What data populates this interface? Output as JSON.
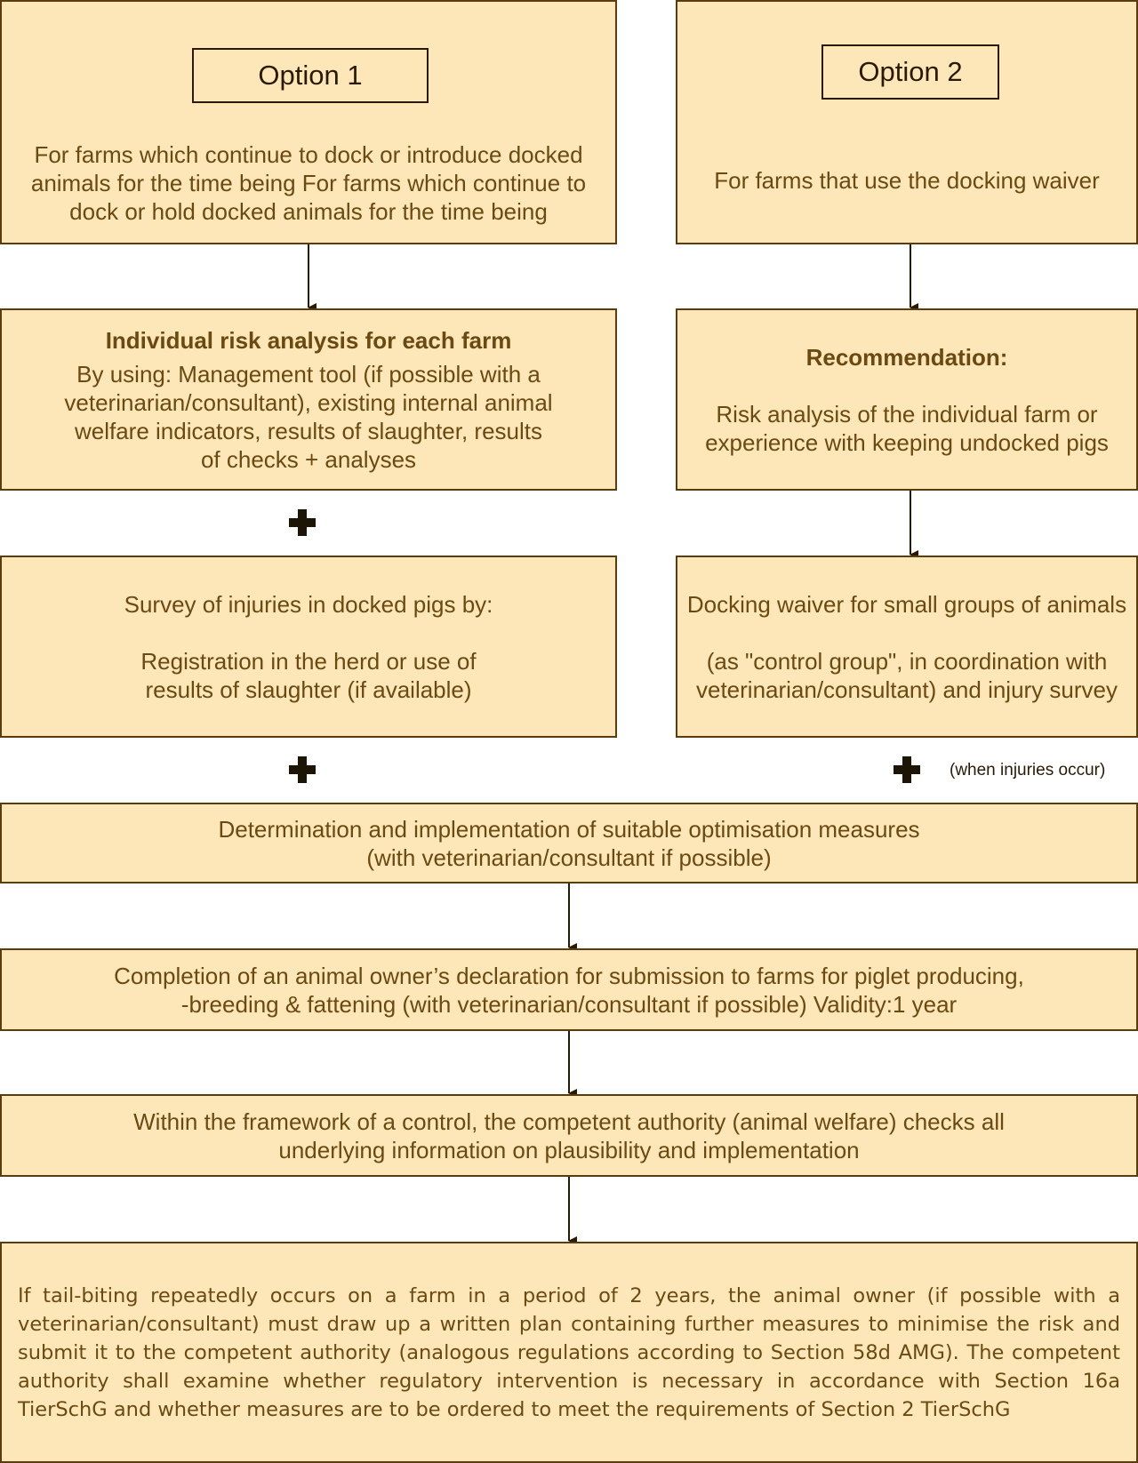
{
  "option1": {
    "label": "Option 1",
    "header": "For farms which continue to dock or introduce docked animals for the time being For farms which continue to dock or hold docked animals for the time being",
    "risk_title": "Individual risk analysis for each farm",
    "risk_body": "By using: Management tool (if possible with a veterinarian/consultant), existing internal animal welfare indicators, results of slaughter, results of checks + analyses",
    "survey_title": "Survey of injuries in docked pigs by:",
    "survey_body": "Registration in the herd or use of results of slaughter (if available)"
  },
  "option2": {
    "label": "Option 2",
    "header": "For farms that use the docking waiver",
    "rec_title": "Recommendation:",
    "rec_body": "Risk analysis of the individual farm or experience with keeping undocked pigs",
    "waiver_title": "Docking waiver for small groups of animals",
    "waiver_body": "(as \"control group\", in coordination with veterinarian/consultant) and injury survey",
    "injury_note": "(when injuries occur)"
  },
  "steps": {
    "determination_line1": "Determination and implementation of suitable optimisation measures",
    "determination_line2": "(with veterinarian/consultant if possible)",
    "declaration_line1": "Completion of an animal owner’s declaration for submission to farms for piglet producing,",
    "declaration_line2": "-breeding & fattening (with veterinarian/consultant if possible) Validity:1 year",
    "control_line1": "Within the framework of a control, the competent authority (animal welfare) checks all",
    "control_line2": "underlying information on plausibility and implementation",
    "final": "If tail-biting repeatedly occurs on a farm in a period of 2 years, the animal owner (if possible with a veterinarian/consultant) must draw up a written plan containing further measures to minimise the risk and submit it to the competent authority (analogous regulations according to Section 58d AMG). The competent authority shall examine whether regulatory intervention is necessary in accordance with Section 16a TierSchG and whether measures are to be ordered to meet the requirements of Section 2 TierSchG"
  },
  "colors": {
    "box_fill": "#fde7b8",
    "border": "#5a3d0e",
    "text": "#6b4a12",
    "plus": "#1c1404"
  }
}
